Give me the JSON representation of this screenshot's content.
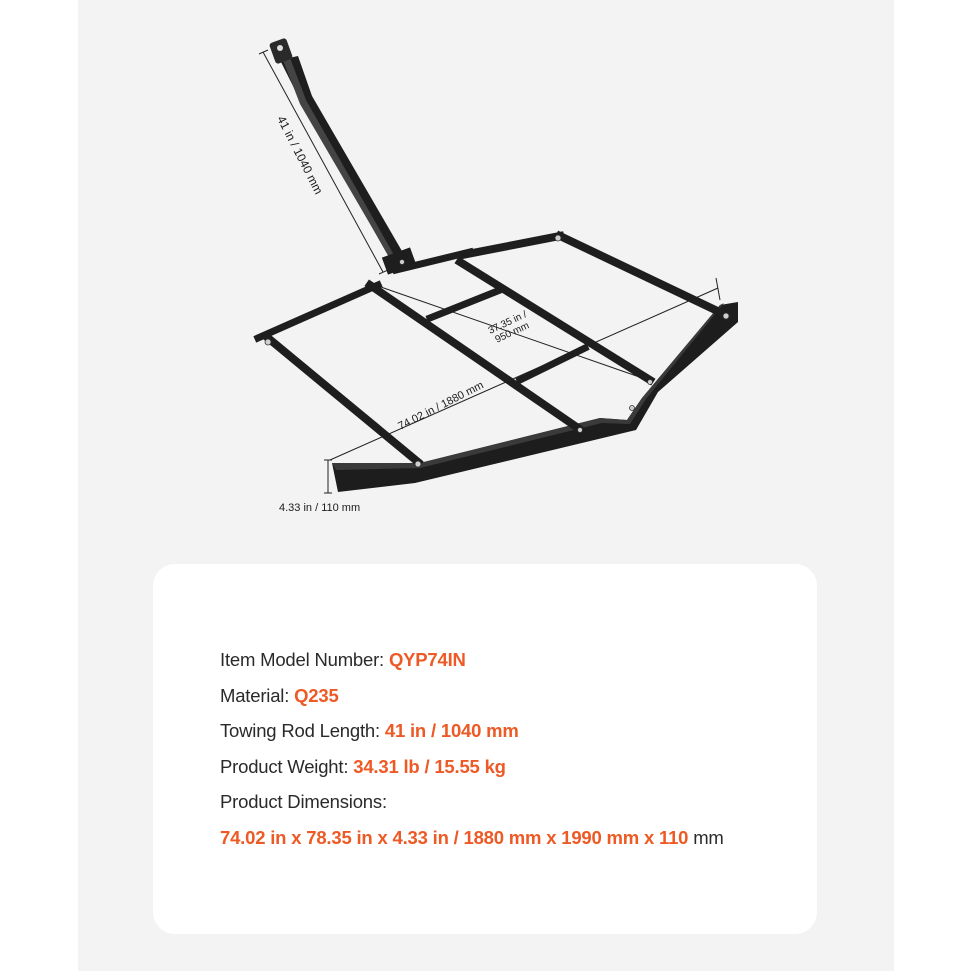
{
  "dimensions": {
    "towing_rod": "41 in / 1040 mm",
    "inner_line1": "37.35 in /",
    "inner_line2": "950 mm",
    "width": "74.02 in / 1880 mm",
    "height": "4.33 in / 110 mm"
  },
  "specs": {
    "model_label": "Item Model Number: ",
    "model_value": "QYP74IN",
    "material_label": "Material: ",
    "material_value": "Q235",
    "rod_label": "Towing Rod Length: ",
    "rod_value": "41 in / 1040 mm",
    "weight_label": "Product Weight: ",
    "weight_value": "34.31 lb / 15.55 kg",
    "dimensions_label": "Product Dimensions:",
    "dimensions_value": "74.02 in x 78.35  in x 4.33 in / 1880 mm x 1990  mm x 110 ",
    "dimensions_unit": "mm"
  },
  "colors": {
    "accent": "#ee5a25",
    "text": "#2a2a2a",
    "frame": "#1e1e1e",
    "panel_bg": "#f3f3f3",
    "card_bg": "#ffffff"
  }
}
